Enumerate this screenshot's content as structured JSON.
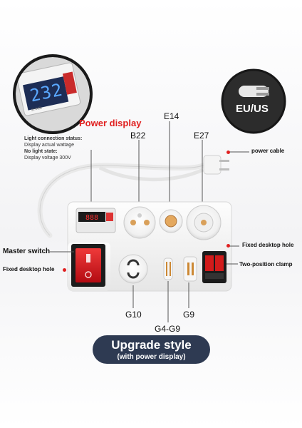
{
  "labels": {
    "power_display": "Power display",
    "light_connection_status": "Light connection status:",
    "display_actual_wattage": "Display actual wattage",
    "no_light_state": "No light state:",
    "display_voltage": "Display voltage 300V",
    "e14": "E14",
    "b22": "B22",
    "e27": "E27",
    "power_cable": "power cable",
    "fixed_desktop_hole_right": "Fixed desktop hole",
    "master_switch": "Master switch",
    "fixed_desktop_hole_left": "Fixed desktop hole",
    "two_position_clamp": "Two-position clamp",
    "g10": "G10",
    "g9": "G9",
    "g4_g9": "G4-G9",
    "eu_us": "EU/US"
  },
  "badge": {
    "title": "Upgrade style",
    "subtitle": "(with power display)"
  },
  "meter": {
    "reading": "232",
    "brand_text": "ZHNSI"
  },
  "colors": {
    "accent_red": "#e02020",
    "badge_bg": "#2e3a52",
    "lcd_blue": "#3a7bd5",
    "switch_red": "#d0131a"
  }
}
